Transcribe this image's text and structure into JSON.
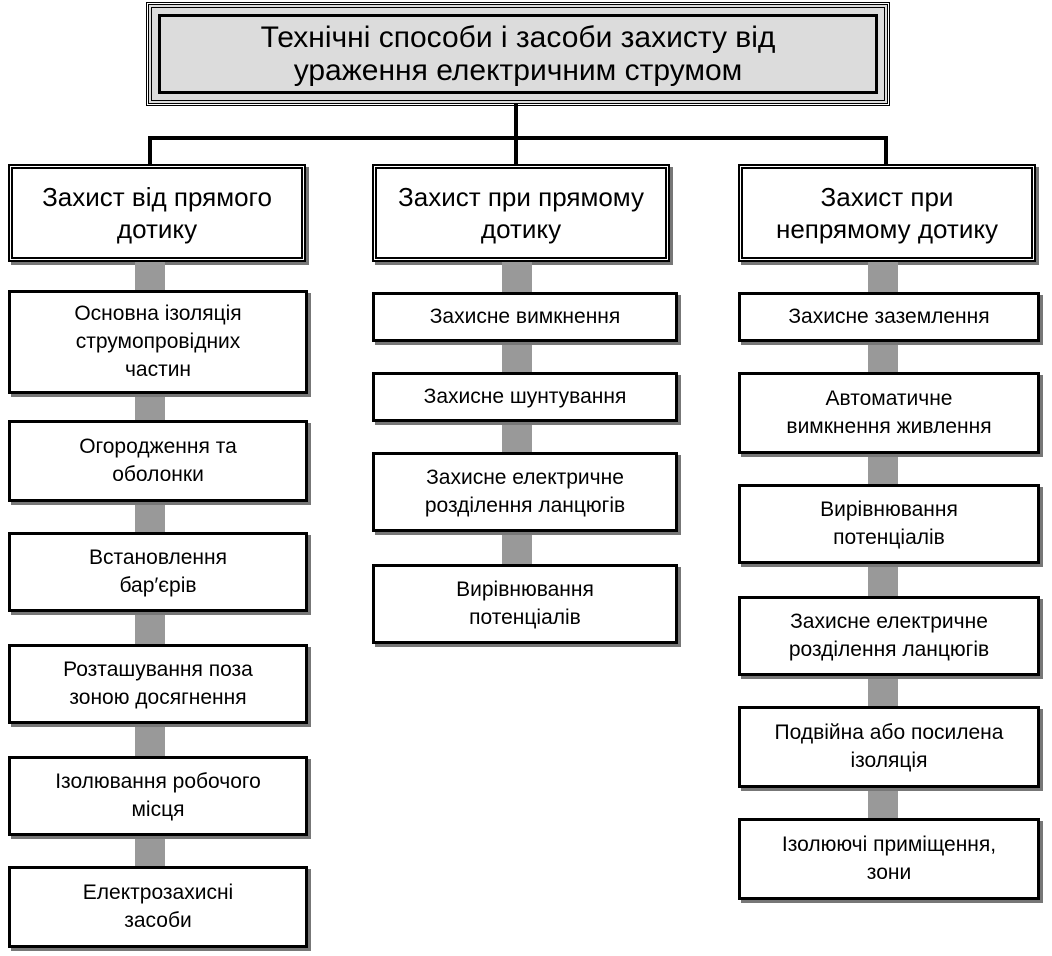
{
  "root": {
    "line1": "Технічні способи і засоби захисту від",
    "line2": "ураження електричним струмом"
  },
  "columns": [
    {
      "title": [
        "Захист від прямого",
        "дотику"
      ],
      "items": [
        [
          "Основна ізоляція",
          "струмопровідних",
          "частин"
        ],
        [
          "Огородження та",
          "оболонки"
        ],
        [
          "Встановлення",
          "бар′єрів"
        ],
        [
          "Розташування поза",
          "зоною досягнення"
        ],
        [
          "Ізолювання робочого",
          "місця"
        ],
        [
          "Електрозахисні",
          "засоби"
        ]
      ]
    },
    {
      "title": [
        "Захист при прямому",
        "дотику"
      ],
      "items": [
        [
          "Захисне вимкнення"
        ],
        [
          "Захисне шунтування"
        ],
        [
          "Захисне електричне",
          "розділення ланцюгів"
        ],
        [
          "Вирівнювання",
          "потенціалів"
        ]
      ]
    },
    {
      "title": [
        "Захист при",
        "непрямому дотику"
      ],
      "items": [
        [
          "Захисне заземлення"
        ],
        [
          "Автоматичне",
          "вимкнення живлення"
        ],
        [
          "Вирівнювання",
          "потенціалів"
        ],
        [
          "Захисне електричне",
          "розділення ланцюгів"
        ],
        [
          "Подвійна або посилена",
          "ізоляція"
        ],
        [
          "Ізолюючі приміщення,",
          "зони"
        ]
      ]
    }
  ]
}
